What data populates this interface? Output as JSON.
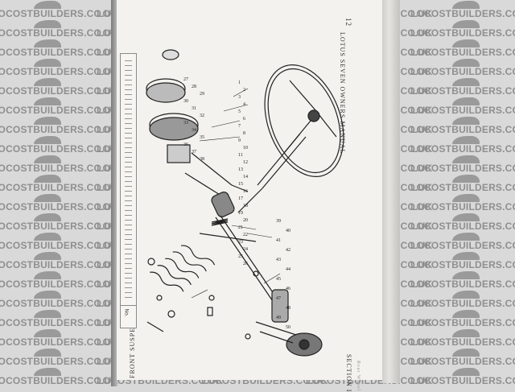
{
  "watermark": {
    "text": "LOCOSTBUILDERS.CO.UK",
    "color": "#8f8f8f"
  },
  "page": {
    "running_head": "LOTUS SEVEN OWNERS MANUAL",
    "page_number": "12",
    "section": "SECTION I",
    "footer_title": "FRONT SUSPENSION AND STEERING",
    "table_header": "No.",
    "stamp": "Rear Wheel"
  },
  "diagram": {
    "label": "front suspension and steering exploded view",
    "callouts": [
      "1",
      "2",
      "3",
      "4",
      "5",
      "6",
      "7",
      "8",
      "9",
      "10",
      "11",
      "12",
      "13",
      "14",
      "15",
      "16",
      "17",
      "18",
      "19",
      "20",
      "21",
      "22",
      "23",
      "24",
      "25",
      "26",
      "27",
      "28",
      "29",
      "30",
      "31",
      "32",
      "33",
      "34",
      "35",
      "36",
      "37",
      "38",
      "39",
      "40",
      "41",
      "42",
      "43",
      "44",
      "45",
      "46",
      "47",
      "48",
      "49",
      "50"
    ]
  }
}
